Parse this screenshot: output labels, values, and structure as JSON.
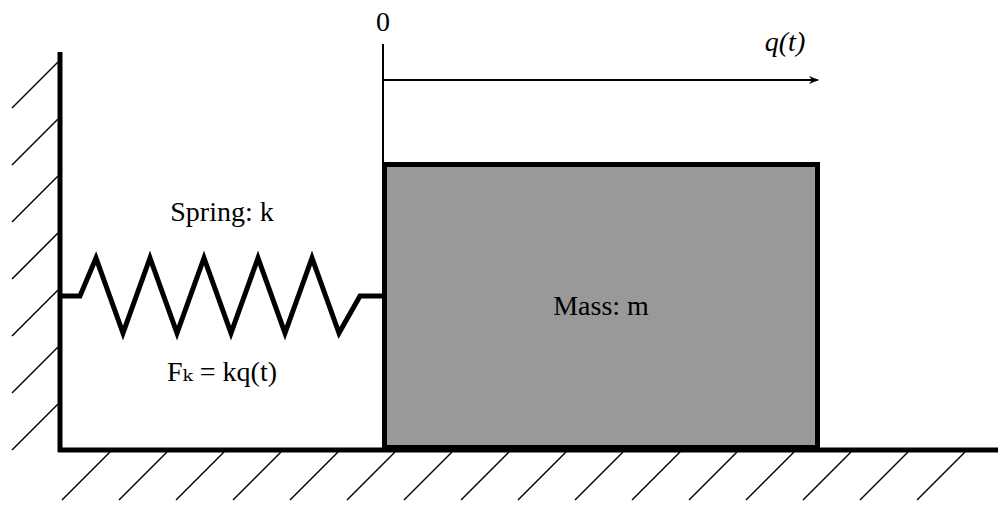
{
  "diagram": {
    "nodes": [
      {
        "text": [
          "Mass: m"
        ]
      }
    ],
    "labels": [
      "0",
      "q(t)",
      "Spring: k",
      "Fₖ = kq(t)"
    ]
  }
}
